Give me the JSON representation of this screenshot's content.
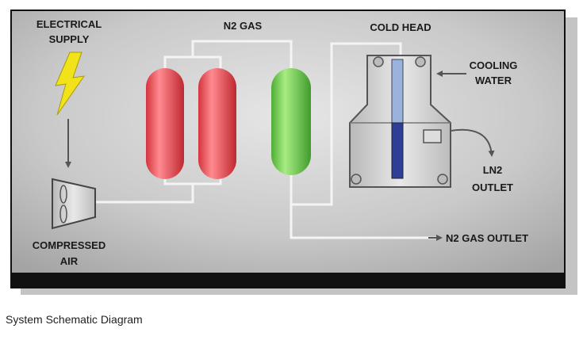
{
  "diagram": {
    "labels": {
      "electrical_supply_line1": "ELECTRICAL",
      "electrical_supply_line2": "SUPPLY",
      "n2_gas": "N2 GAS",
      "cold_head": "COLD HEAD",
      "cooling_water_line1": "COOLING",
      "cooling_water_line2": "WATER",
      "ln2_outlet_line1": "LN2",
      "ln2_outlet_line2": "OUTLET",
      "n2_gas_outlet": "N2 GAS OUTLET",
      "compressed_air_line1": "COMPRESSED",
      "compressed_air_line2": "AIR"
    },
    "colors": {
      "frame_border": "#111111",
      "panel_background": "#c8c8c8",
      "pipe": "#f2f2f2",
      "tank_red": "#e8454c",
      "tank_green": "#6cc84a",
      "lightning": "#f2e21a",
      "cold_head_body": "#d2d2d2",
      "gauge_light": "#9ab3dd",
      "gauge_dark": "#2c3e96"
    }
  },
  "caption": "System Schematic Diagram"
}
